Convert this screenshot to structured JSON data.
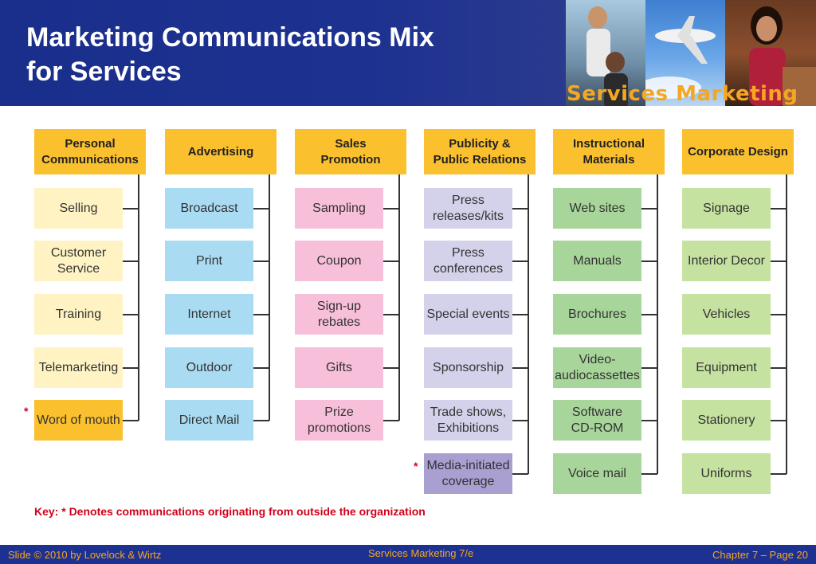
{
  "header": {
    "title_line1": "Marketing Communications Mix",
    "title_line2": "for Services",
    "brand": "Services Marketing"
  },
  "columns": [
    {
      "title": "Personal\nCommunications",
      "color": "#fff3c4",
      "items": [
        "Selling",
        "Customer\nService",
        "Training",
        "Telemarketing",
        "Word of mouth"
      ]
    },
    {
      "title": "Advertising",
      "color": "#a9dcf2",
      "items": [
        "Broadcast",
        "Print",
        "Internet",
        "Outdoor",
        "Direct Mail"
      ]
    },
    {
      "title": "Sales\nPromotion",
      "color": "#f7bfd9",
      "items": [
        "Sampling",
        "Coupon",
        "Sign-up\nrebates",
        "Gifts",
        "Prize\npromotions"
      ]
    },
    {
      "title": "Publicity &\nPublic Relations",
      "color": "#d4d1ea",
      "items": [
        "Press\nreleases/kits",
        "Press\nconferences",
        "Special events",
        "Sponsorship",
        "Trade shows,\nExhibitions",
        "Media-initiated\ncoverage"
      ]
    },
    {
      "title": "Instructional\nMaterials",
      "color": "#a8d69a",
      "items": [
        "Web sites",
        "Manuals",
        "Brochures",
        "Video-\naudiocassettes",
        "Software\nCD-ROM",
        "Voice mail"
      ]
    },
    {
      "title": "Corporate Design",
      "color": "#c6e2a0",
      "items": [
        "Signage",
        "Interior Decor",
        "Vehicles",
        "Equipment",
        "Stationery",
        "Uniforms"
      ]
    }
  ],
  "highlight_colors": {
    "word_of_mouth": "#fbc02d",
    "media_initiated": "#a99fd1"
  },
  "star": "*",
  "key": "Key:  * Denotes communications originating from outside the organization",
  "footer": {
    "left": "Slide © 2010 by Lovelock & Wirtz",
    "center": "Services Marketing 7/e",
    "right": "Chapter 7 – Page 20"
  }
}
